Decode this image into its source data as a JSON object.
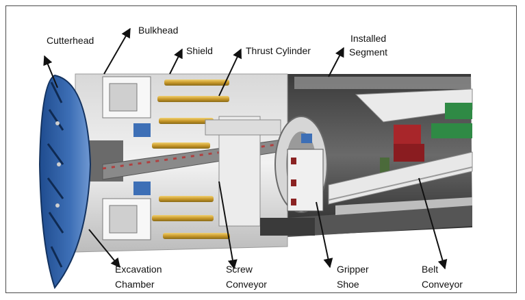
{
  "labels": {
    "cutterhead": "Cutterhead",
    "bulkhead": "Bulkhead",
    "shield": "Shield",
    "thrust_cylinder": "Thrust Cylinder",
    "installed_segment_line1": "Installed",
    "installed_segment_line2": "Segment",
    "excavation_line1": "Excavation",
    "excavation_line2": "Chamber",
    "screw_line1": "Screw",
    "screw_line2": "Conveyor",
    "gripper_line1": "Gripper",
    "gripper_line2": "Shoe",
    "belt_line1": "Belt",
    "belt_line2": "Conveyor"
  },
  "colors": {
    "cutterhead": "#3d6fb6",
    "thrust_cylinder": "#d3a83a",
    "tunnel_dark": "#2e2e2e",
    "machine_light": "#e4e4e4",
    "panel_green": "#2f8a45",
    "panel_red": "#a8262a"
  }
}
